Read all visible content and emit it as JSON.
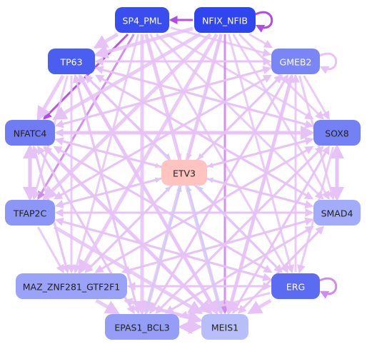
{
  "graph": {
    "nodes": [
      {
        "id": "sp4_pml",
        "label": "SP4_PML",
        "color": "#3a4ef0",
        "dark_text": false
      },
      {
        "id": "nfix_nfib",
        "label": "NFIX_NFIB",
        "color": "#2f45f0",
        "dark_text": false
      },
      {
        "id": "tp63",
        "label": "TP63",
        "color": "#4a5ef2",
        "dark_text": false
      },
      {
        "id": "gmeb2",
        "label": "GMEB2",
        "color": "#7a86f5",
        "dark_text": false
      },
      {
        "id": "nfatc4",
        "label": "NFATC4",
        "color": "#6f7cf4",
        "dark_text": true
      },
      {
        "id": "sox8",
        "label": "SOX8",
        "color": "#7481f4",
        "dark_text": true
      },
      {
        "id": "etv3",
        "label": "ETV3",
        "color": "#ffc4c0",
        "dark_text": true
      },
      {
        "id": "tfap2c",
        "label": "TFAP2C",
        "color": "#8c96f6",
        "dark_text": true
      },
      {
        "id": "smad4",
        "label": "SMAD4",
        "color": "#a3acf8",
        "dark_text": true
      },
      {
        "id": "maz",
        "label": "MAZ_ZNF281_GTF2F1",
        "color": "#9aa3f7",
        "dark_text": true
      },
      {
        "id": "erg",
        "label": "ERG",
        "color": "#5b6cf3",
        "dark_text": false
      },
      {
        "id": "epas1",
        "label": "EPAS1_BCL3",
        "color": "#949ef7",
        "dark_text": true
      },
      {
        "id": "meis1",
        "label": "MEIS1",
        "color": "#b8befa",
        "dark_text": true
      }
    ],
    "edge_colors": {
      "light_violet": "#e6c2f7",
      "medium_violet": "#d08af0",
      "strong_violet": "#b34ae8",
      "blue_gray": "#c9cdf5",
      "peach": "#ffd0c4"
    }
  }
}
